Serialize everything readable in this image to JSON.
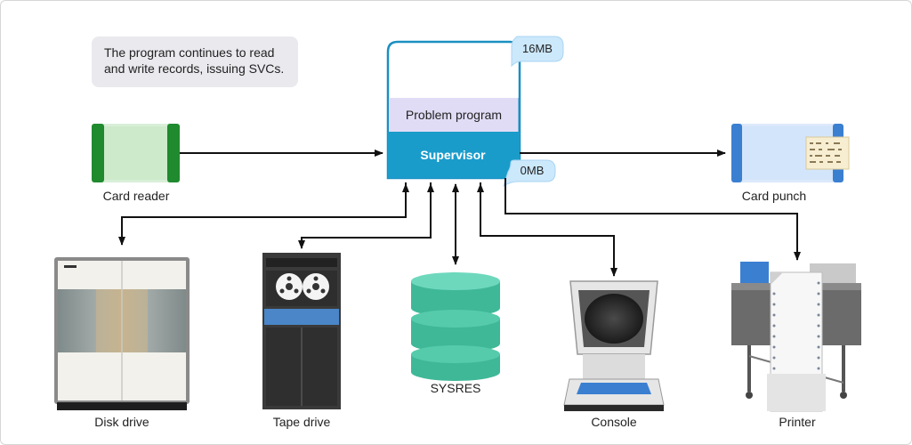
{
  "note": {
    "line1": "The program continues to read",
    "line2": "and write records, issuing SVCs."
  },
  "memory": {
    "top_address": "16MB",
    "bottom_address": "0MB",
    "problem_program": "Problem program",
    "supervisor": "Supervisor"
  },
  "devices": {
    "card_reader": "Card reader",
    "card_punch": "Card punch",
    "disk_drive": "Disk drive",
    "tape_drive": "Tape drive",
    "sysres": "SYSRES",
    "console": "Console",
    "printer": "Printer"
  },
  "colors": {
    "memory_outline": "#1a8fc2",
    "problem_program_fill": "#e1dcf6",
    "supervisor_fill": "#1a9ccb",
    "address_tag": "#cce8fb",
    "sysres": "#4cc6a7",
    "card_reader_green": "#1f8a2e",
    "card_punch_blue": "#3b7fd1"
  }
}
